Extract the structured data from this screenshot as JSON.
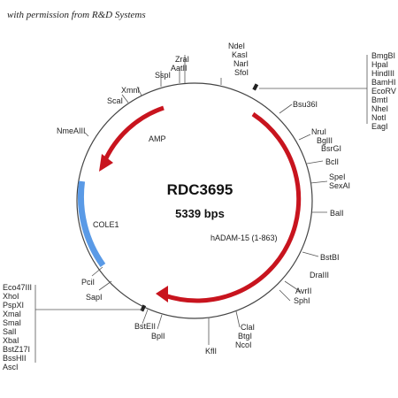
{
  "credit": "with permission from R&D Systems",
  "plasmid": {
    "name": "RDC3695",
    "size_label": "5339 bps"
  },
  "features": {
    "amp": "AMP",
    "cole1": "COLE1",
    "insert": "hADAM-15 (1-863)"
  },
  "colors": {
    "arrow": "#c8141e",
    "ori": "#5a9ae6",
    "backbone": "#444444"
  },
  "sites": {
    "top_cluster": [
      "ZraI",
      "AatII"
    ],
    "top_cluster2": [
      "NdeI",
      "KasI",
      "NarI",
      "SfoI"
    ],
    "mcs1": [
      "BmgBI",
      "HpaI",
      "HindIII",
      "BamHI",
      "EcoRV",
      "BmtI",
      "NheI",
      "NotI",
      "EagI"
    ],
    "mcs2": [
      "Eco47III",
      "XhoI",
      "PspXI",
      "XmaI",
      "SmaI",
      "SalI",
      "XbaI",
      "BstZ17I",
      "BssHII",
      "AscI"
    ],
    "pair_bglii": [
      "BglII",
      "BsrGI"
    ],
    "pair_spei": [
      "SpeI",
      "SexAI"
    ],
    "pair_avrii": [
      "AvrII",
      "SphI"
    ],
    "pair_clai": [
      "ClaI",
      "BtgI",
      "NcoI"
    ],
    "single": {
      "sspi": "SspI",
      "xmni": "XmnI",
      "scai": "ScaI",
      "nmeaiii": "NmeAIII",
      "bsu36i": "Bsu36I",
      "nrui": "NruI",
      "bcli": "BclI",
      "bali": "BalI",
      "bstbi": "BstBI",
      "drai": "DraIII",
      "kfli": "KflI",
      "bpli": "BplI",
      "bsteii": "BstEII",
      "sapi": "SapI",
      "pcii": "PciI"
    }
  }
}
